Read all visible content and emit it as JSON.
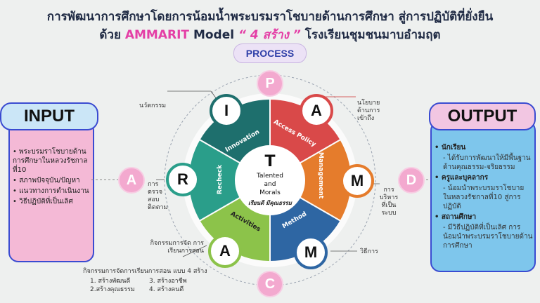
{
  "title": {
    "line1": "การพัฒนาการศึกษาโดยการน้อมน้ำพระบรมราโชบายด้านการศึกษา สู่การปฏิบัติที่ยั่งยืน",
    "line2_prefix": "ด้วย ",
    "brand": "AMMARIT",
    "model": " Model ",
    "quote": "“ 4 สร้าง ”",
    "school": " โรงเรียนชุมชนมาบอำมฤต"
  },
  "process_label": "PROCESS",
  "input": {
    "heading": "INPUT",
    "items": [
      "พระบรมราโชบายด้านการศึกษาในหลวงรัชกาลที่10",
      "สภาพปัจจุบัน/ปัญหา",
      "แนวทางการดำเนินงาน",
      "วิธีปฏิบัติที่เป็นเลิศ"
    ]
  },
  "output": {
    "heading": "OUTPUT",
    "groups": [
      {
        "head": "นักเรียน",
        "subs": [
          "- ได้รับการพัฒนาให้มีพื้นฐานด้านคุณธรรม-จริยธรรม"
        ]
      },
      {
        "head": "ครูและบุคลากร",
        "subs": [
          "- น้อมนำพระบรมราโชบายในหลวงรัชกาลที่10 สู่การปฏิบัติ"
        ]
      },
      {
        "head": "สถานศึกษา",
        "subs": [
          "- มีวิธีปฏิบัติที่เป็นเลิศ การน้อมนำพระบรมราโชบายด้านการศึกษา"
        ]
      }
    ]
  },
  "outer_letters": {
    "top": "P",
    "left": "A",
    "right": "D",
    "bottom": "C"
  },
  "center": {
    "letter": "T",
    "line1": "Talented",
    "line2": "and",
    "line3": "Morals",
    "motto": "เรียนดี มีคุณธรรม"
  },
  "segments": {
    "innovation": "Innovation",
    "access": "Access Policy",
    "management": "Management",
    "method": "Method",
    "activities": "Activities",
    "recheck": "Recheck"
  },
  "nodes": {
    "i": "I",
    "a1": "A",
    "m1": "M",
    "m2": "M",
    "a2": "A",
    "r": "R"
  },
  "captions": {
    "innovation": "นวัตกรรม",
    "access": "นโยบาย ด้านการ เข้าถึง",
    "management": "การ บริหาร ที่เป็น ระบบ",
    "method": "วิธีการ",
    "activities": "กิจกรรมการจัด การเรียนการสอน",
    "recheck": "การ ตรวจ สอบ ติดตาม",
    "activities_detail_title": "กิจกรรมการจัดการเรียนการสอน แบบ 4 สร้าง",
    "detail_1": "1. สร้างพัฒนดี",
    "detail_2": "2.สร้างคุณธรรม",
    "detail_3": "3. สร้างอาชีพ",
    "detail_4": "4. สร้างคนดี"
  },
  "colors": {
    "innovation": "#1e6f6d",
    "access": "#d94949",
    "management": "#e57c2c",
    "method": "#2e66a3",
    "activities": "#8cc34a",
    "recheck": "#2a9e8a",
    "ring_outer": "#fafafa",
    "pink": "#f3a9cf"
  }
}
